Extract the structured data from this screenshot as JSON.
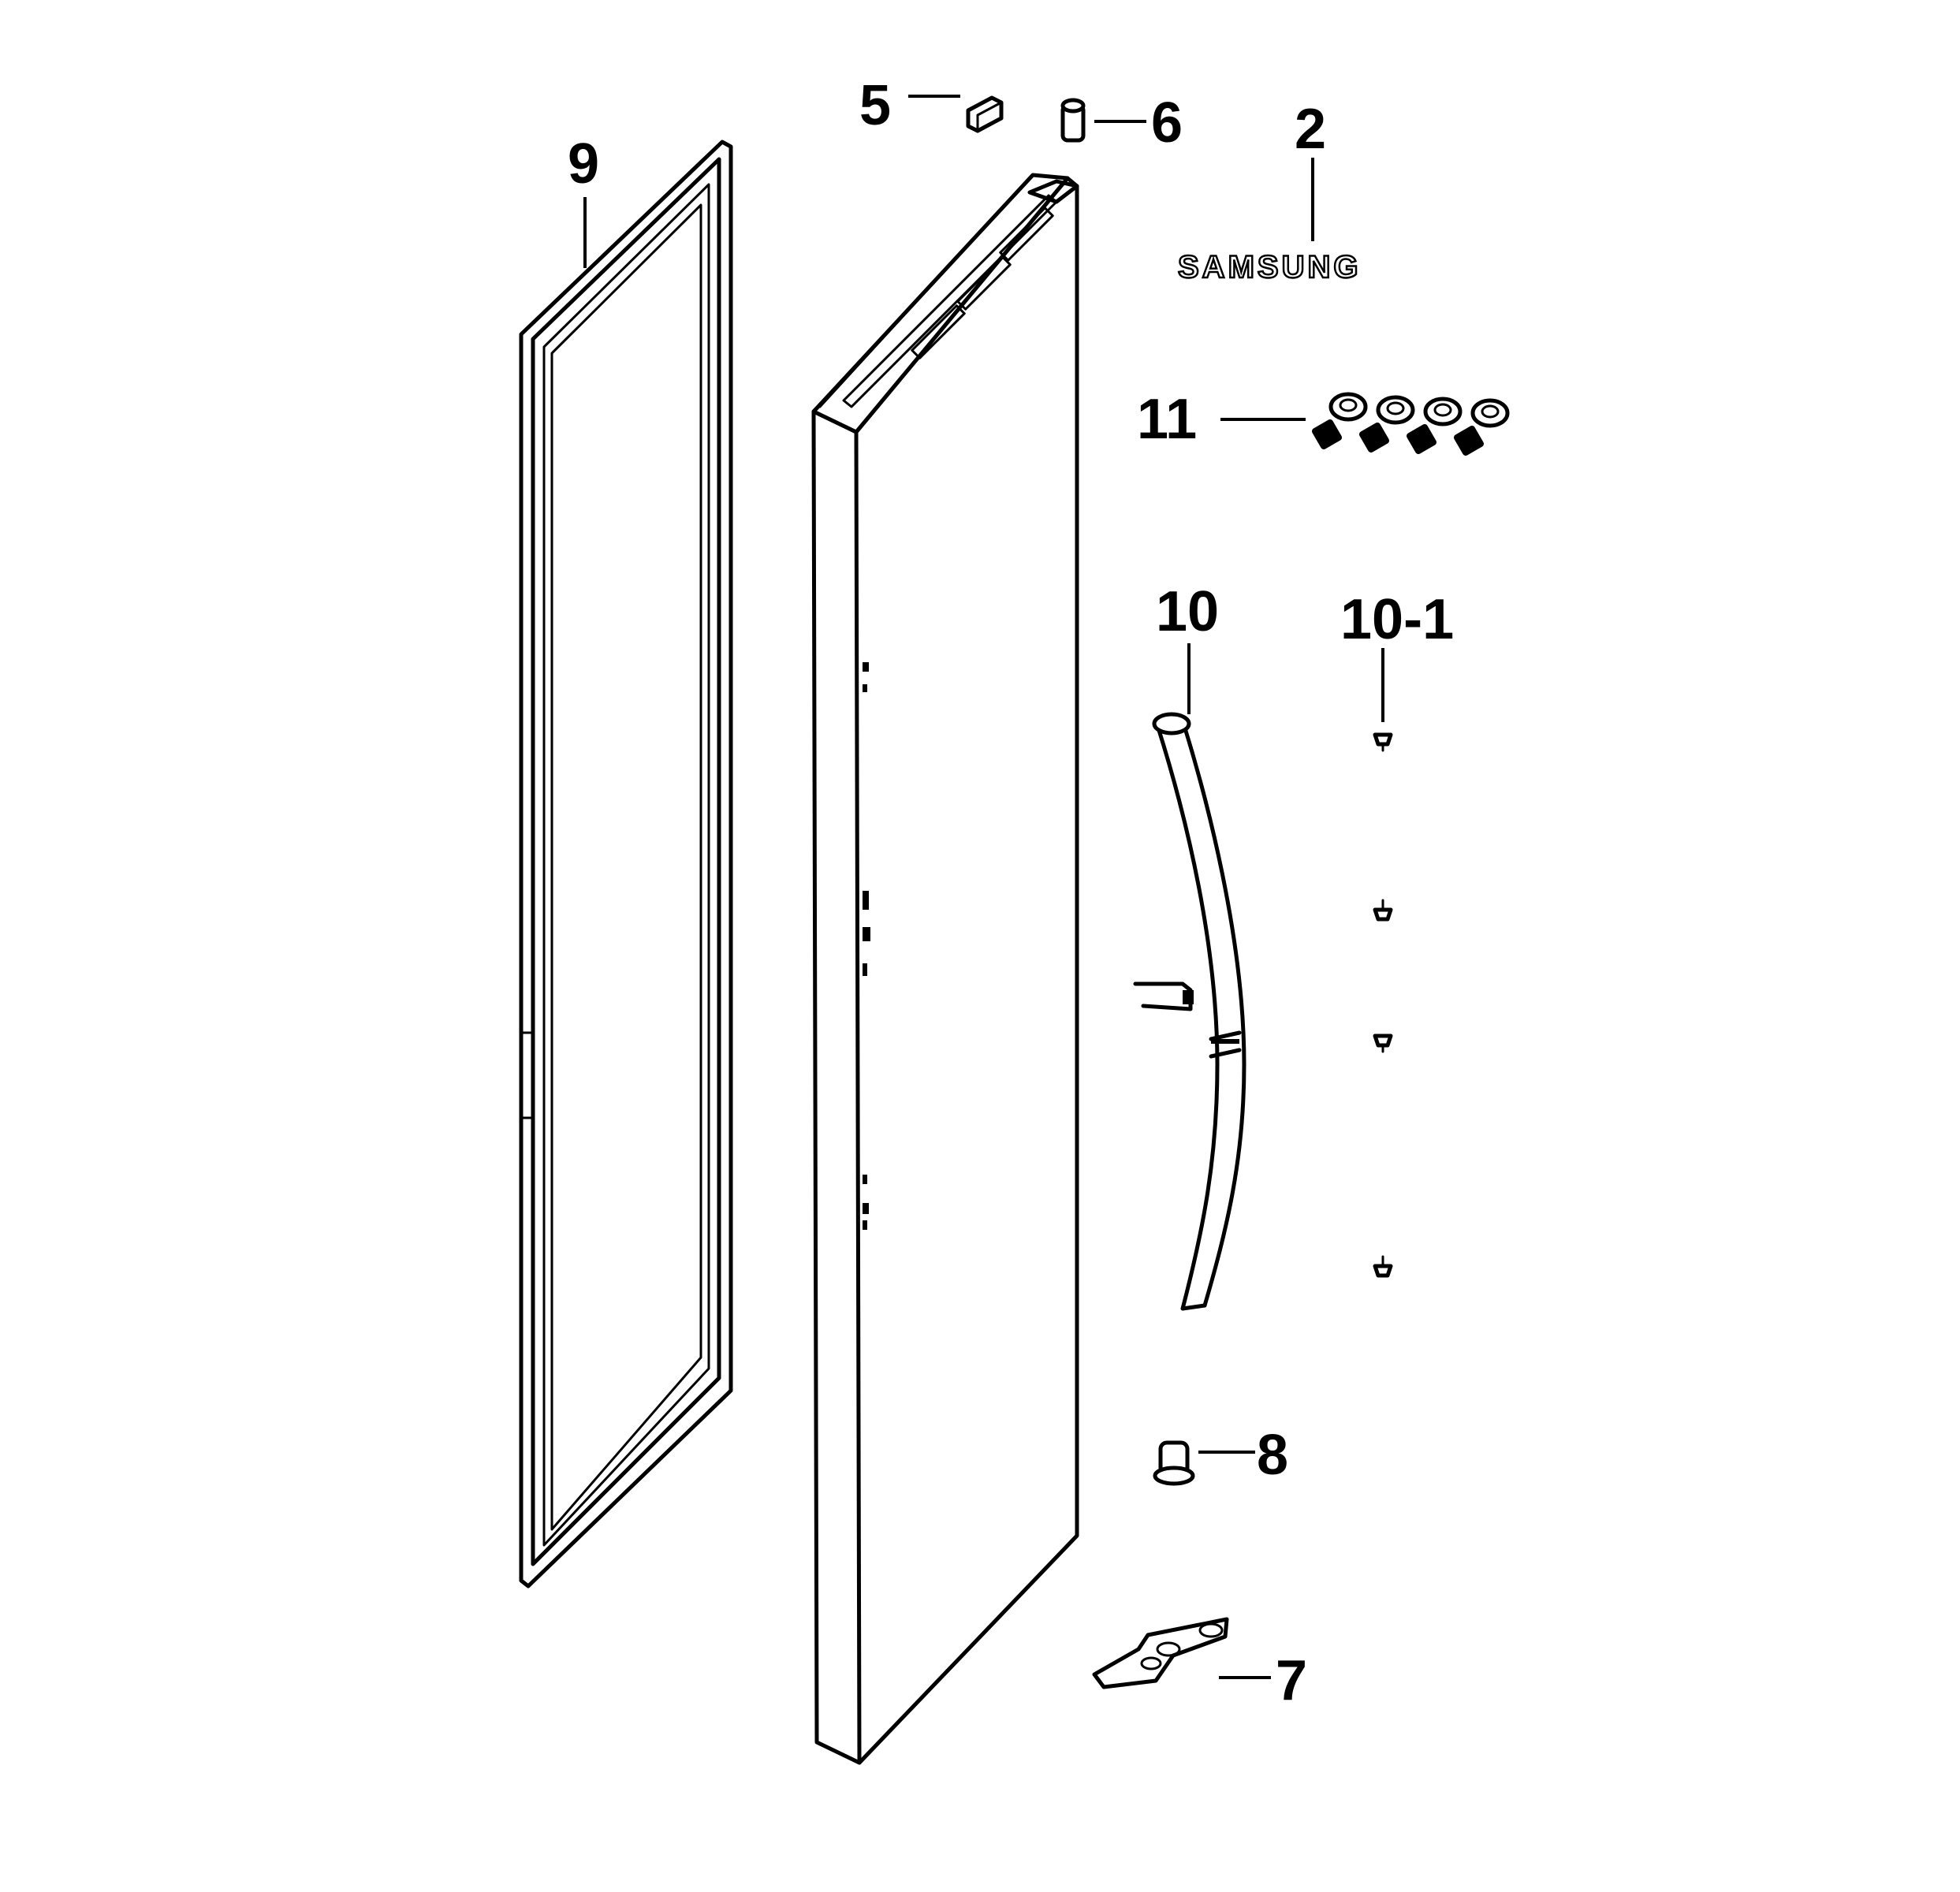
{
  "diagram": {
    "callouts": {
      "c2": "2",
      "c5": "5",
      "c6": "6",
      "c7": "7",
      "c8": "8",
      "c9": "9",
      "c10": "10",
      "c10_1": "10-1",
      "c11": "11"
    },
    "logo_text": "SAMSUNG"
  }
}
